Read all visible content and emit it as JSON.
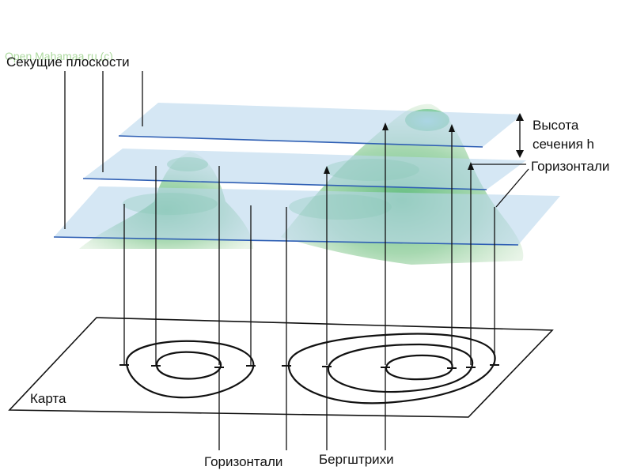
{
  "watermark": "Open.Mahamaa.ru (c)",
  "labels": {
    "cutting_planes": "Секущие плоскости",
    "section_height_line1": "Высота",
    "section_height_line2": "сечения h",
    "contours_right": "Горизонтали",
    "map": "Карта",
    "contours_bottom": "Горизонтали",
    "hachures": "Бергштрихи"
  },
  "colors": {
    "plane_fill": "#b9d7ec",
    "plane_edge": "#2f5fb4",
    "terrain_light": "#b6dcb4",
    "terrain_mid": "#7cc58a",
    "terrain_dark": "#3fae63",
    "ink": "#111111"
  }
}
